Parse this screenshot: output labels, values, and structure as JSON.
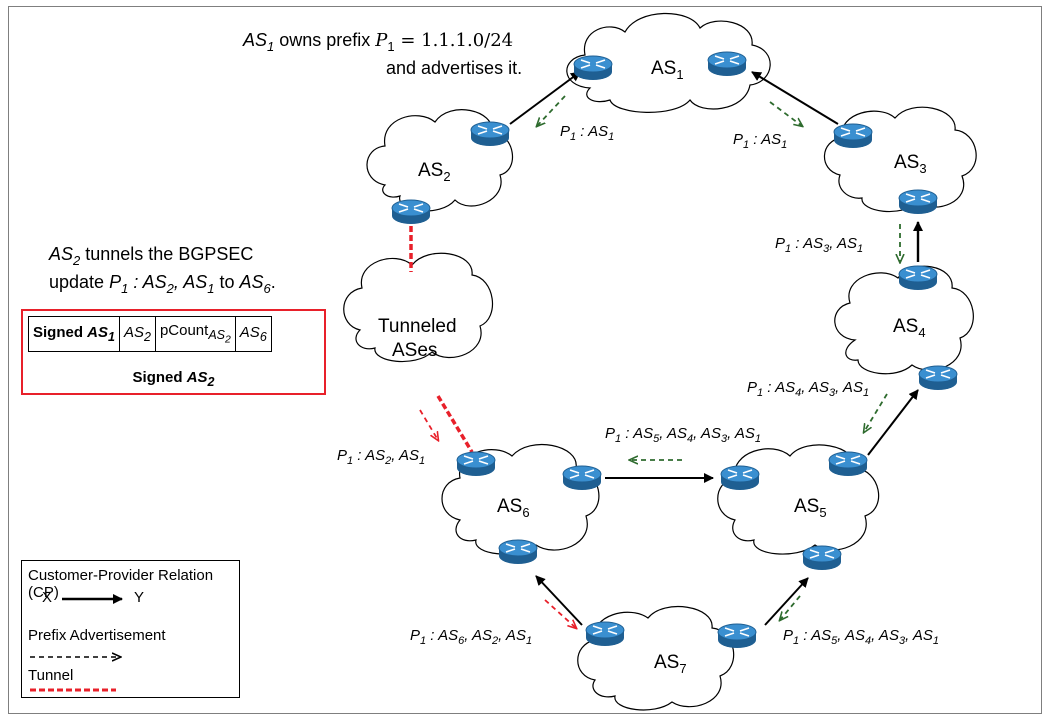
{
  "nodes": {
    "as1": {
      "base": "AS",
      "sub": "1"
    },
    "as2": {
      "base": "AS",
      "sub": "2"
    },
    "as3": {
      "base": "AS",
      "sub": "3"
    },
    "as4": {
      "base": "AS",
      "sub": "4"
    },
    "as5": {
      "base": "AS",
      "sub": "5"
    },
    "as6": {
      "base": "AS",
      "sub": "6"
    },
    "as7": {
      "base": "AS",
      "sub": "7"
    },
    "tunneled_line1": "Tunneled",
    "tunneled_line2": "ASes"
  },
  "notes": {
    "as1_line1_a": "AS",
    "as1_line1_b": "1",
    "as1_line1_c": " owns prefix ",
    "as1_line1_d": "P",
    "as1_line1_e": "1",
    "as1_line1_f": " = 1.1.1.0/24",
    "as1_line2": "and advertises it.",
    "as2_line1_a": "AS",
    "as2_line1_b": "2",
    "as2_line1_c": " tunnels the BGPSEC",
    "as2_line2_a": "update ",
    "as2_line2_b": "P",
    "as2_line2_c": "1",
    "as2_line2_d": " : AS",
    "as2_line2_e": "2",
    "as2_line2_f": ", AS",
    "as2_line2_g": "1",
    "as2_line2_h": " to ",
    "as2_line2_i": "AS",
    "as2_line2_j": "6",
    "as2_line2_k": "."
  },
  "paths": {
    "as1_to_as2": "P1 : AS1",
    "as1_to_as3": "P1 : AS1",
    "as3_to_as4": "P1 : AS3, AS1",
    "as4_to_as5": "P1 : AS4, AS3, AS1",
    "as5_to_as6": "P1 : AS5, AS4, AS3, AS1",
    "tunnel_to_as6": "P1 : AS2, AS1",
    "as6_to_as7": "P1 : AS6, AS2, AS1",
    "as5_to_as7": "P1 : AS5, AS4, AS3, AS1"
  },
  "packet": {
    "cell1_a": "Signed ",
    "cell1_b": "AS",
    "cell1_c": "1",
    "cell2_a": "AS",
    "cell2_b": "2",
    "cell3_a": "pCount",
    "cell3_b": "AS",
    "cell3_c": "2",
    "cell4_a": "AS",
    "cell4_b": "6",
    "footer_a": "Signed ",
    "footer_b": "AS",
    "footer_c": "2"
  },
  "legend": {
    "cp_title": "Customer-Provider Relation (CP)",
    "cp_x": "X",
    "cp_y": "Y",
    "prefix_title": "Prefix Advertisement",
    "tunnel_title": "Tunnel"
  },
  "colors": {
    "router_top": "#2f86c7",
    "router_side": "#1f5f92",
    "advert_arrow": "#2e6b2e",
    "tunnel": "#e8202a",
    "relation": "#000000"
  }
}
